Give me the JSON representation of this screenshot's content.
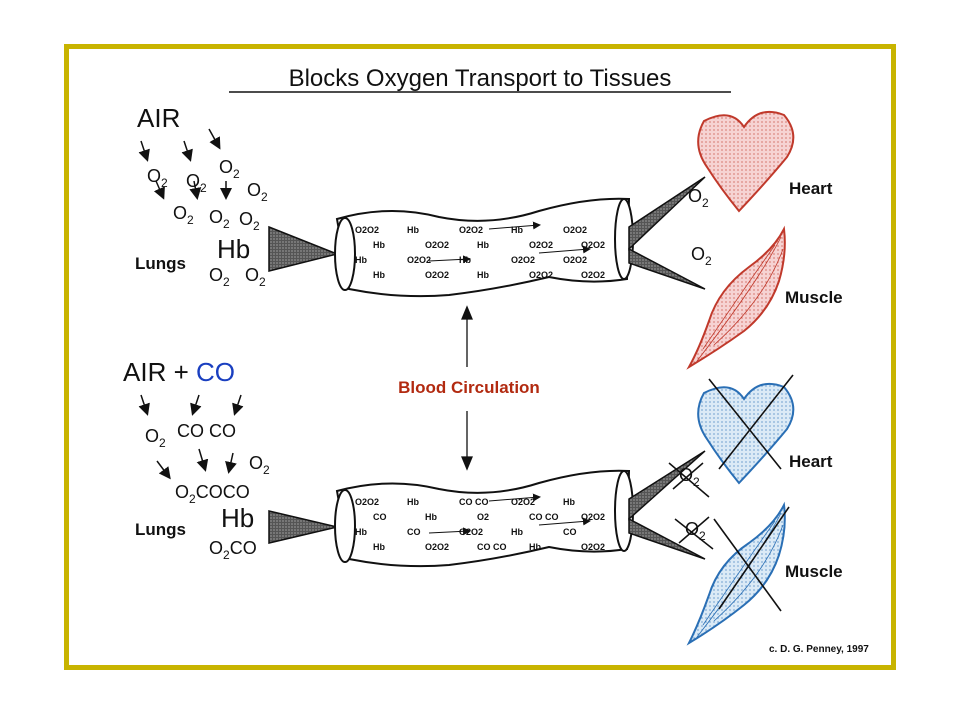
{
  "title": "Blocks Oxygen Transport to Tissues",
  "top_panel": {
    "air_label": "AIR",
    "lungs_label": "Lungs",
    "hb_label": "Hb",
    "o2_main": "O",
    "o2_sub": "2",
    "vessel_tokens": [
      "O2O2",
      "Hb",
      "O2O2",
      "Hb",
      "O2O2",
      "Hb",
      "O2O2",
      "Hb",
      "O2O2",
      "O2O2",
      "Hb",
      "O2O2",
      "Hb",
      "O2O2",
      "O2O2",
      "Hb",
      "O2O2",
      "Hb",
      "O2O2",
      "O2O2"
    ],
    "heart_label": "Heart",
    "muscle_label": "Muscle"
  },
  "center_label": "Blood Circulation",
  "bottom_panel": {
    "air_co_label": "AIR + CO",
    "co_label": "CO",
    "co_pair": "CO CO",
    "coco": "COCO",
    "lungs_label": "Lungs",
    "hb_label": "Hb",
    "o2_main": "O",
    "o2_sub": "2",
    "vessel_tokens": [
      "O2O2",
      "Hb",
      "CO CO",
      "O2O2",
      "Hb",
      "CO",
      "Hb",
      "O2",
      "CO CO",
      "O2O2",
      "Hb",
      "CO",
      "O2O2",
      "Hb",
      "CO",
      "Hb",
      "O2O2",
      "CO CO",
      "Hb",
      "O2O2"
    ],
    "heart_label": "Heart",
    "muscle_label": "Muscle"
  },
  "credit": "c.  D. G. Penney, 1997",
  "colors": {
    "frame": "#c8b400",
    "co_text": "#1a3fc0",
    "blood_circulation": "#b22a10",
    "heart_top": "#c0392b",
    "heart_top_fill": "#f3c4c4",
    "heart_bottom": "#2a6fb5",
    "heart_bottom_fill": "#cfe3f3"
  }
}
